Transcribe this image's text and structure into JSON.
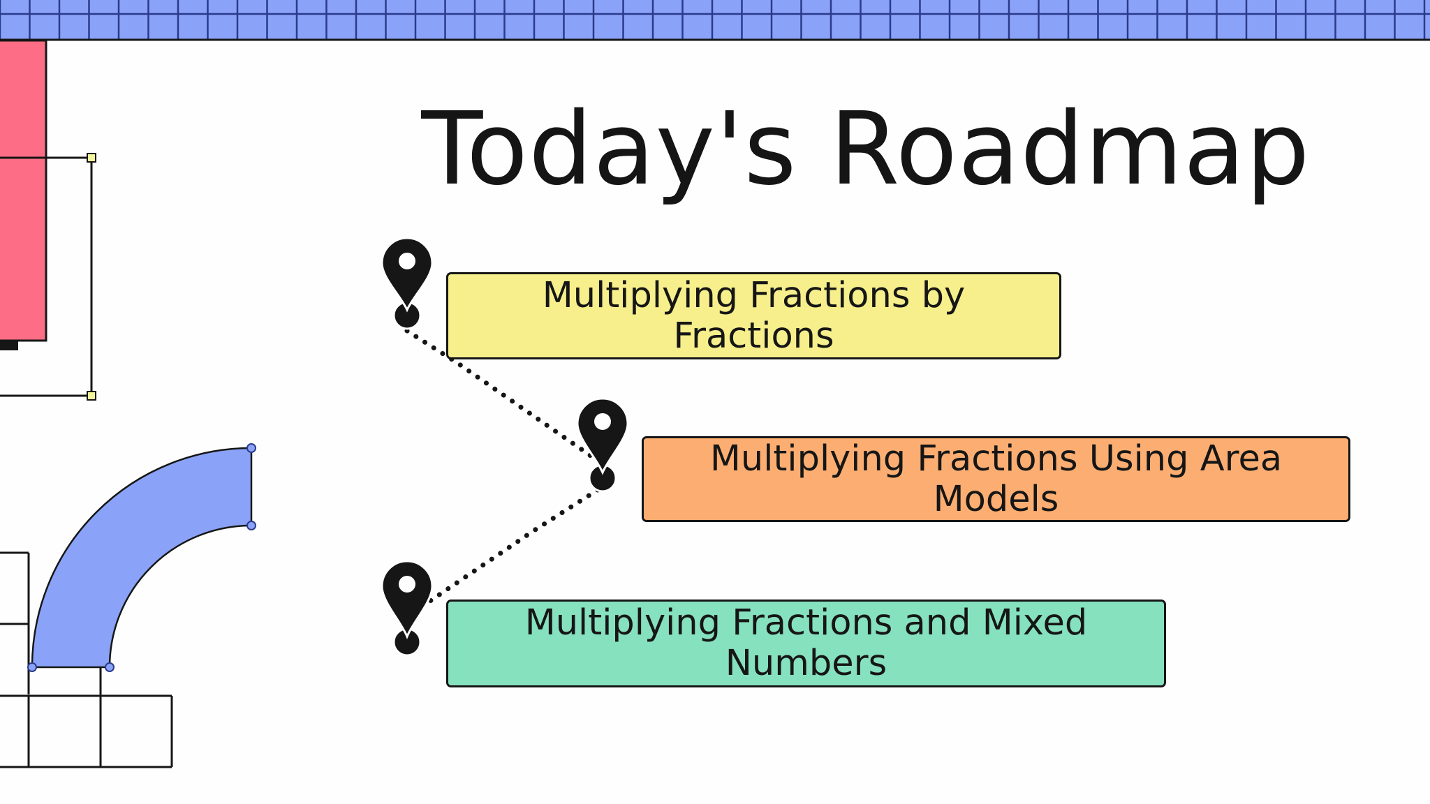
{
  "slide": {
    "title": "Today's Roadmap",
    "items": [
      {
        "label": "Multiplying Fractions by Fractions",
        "color": "#f6ef8c",
        "icon": "map-pin-icon"
      },
      {
        "label": "Multiplying Fractions Using Area Models",
        "color": "#fcae72",
        "icon": "map-pin-icon"
      },
      {
        "label": "Multiplying Fractions and Mixed Numbers",
        "color": "#86e1bf",
        "icon": "map-pin-icon"
      }
    ]
  },
  "colors": {
    "grid_band": "#8aa3f8",
    "pink_block": "#fd6e86",
    "arc_shape": "#8aa3f8",
    "ink": "#161616",
    "handle": "#f2f59a"
  }
}
